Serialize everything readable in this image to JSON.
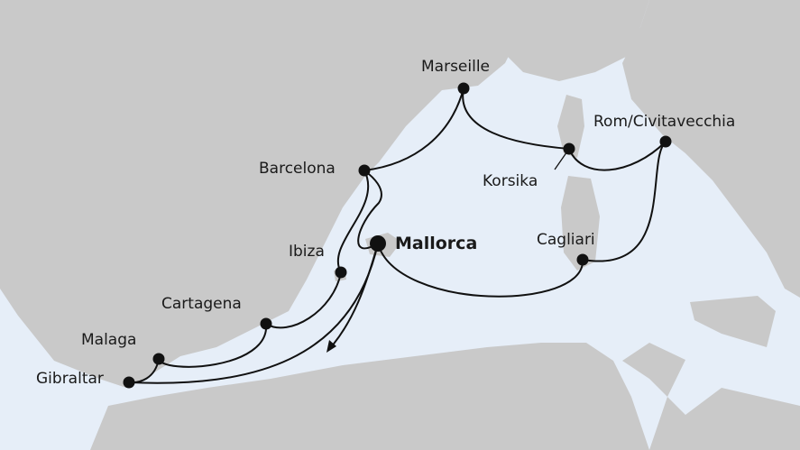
{
  "colors": {
    "sea": "#e6eef8",
    "land": "#c9c9c9",
    "route": "#111111"
  },
  "ports": [
    {
      "name": "Mallorca",
      "highlight": true
    },
    {
      "name": "Barcelona"
    },
    {
      "name": "Marseille"
    },
    {
      "name": "Korsika"
    },
    {
      "name": "Rom/Civitavecchia"
    },
    {
      "name": "Cagliari"
    },
    {
      "name": "Ibiza"
    },
    {
      "name": "Cartagena"
    },
    {
      "name": "Malaga"
    },
    {
      "name": "Gibraltar"
    }
  ]
}
